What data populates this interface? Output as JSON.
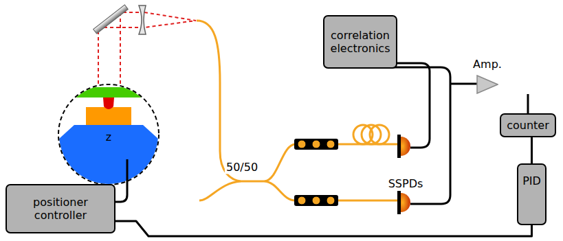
{
  "diagram": {
    "nodes": [
      {
        "text": [
          "correlation electronics"
        ]
      },
      {
        "text": [
          "Amp."
        ]
      },
      {
        "text": [
          "counter"
        ]
      },
      {
        "text": [
          "PID"
        ]
      },
      {
        "text": [
          "positioner controller"
        ]
      }
    ],
    "edges": [
      {
        "from": 1,
        "to": 2,
        "arrow": "none"
      },
      {
        "from": 2,
        "to": 3,
        "arrow": "none"
      },
      {
        "from": 3,
        "to": 4,
        "arrow": "none"
      }
    ],
    "labels": [
      "z",
      "50/50",
      "SSPDs"
    ]
  }
}
